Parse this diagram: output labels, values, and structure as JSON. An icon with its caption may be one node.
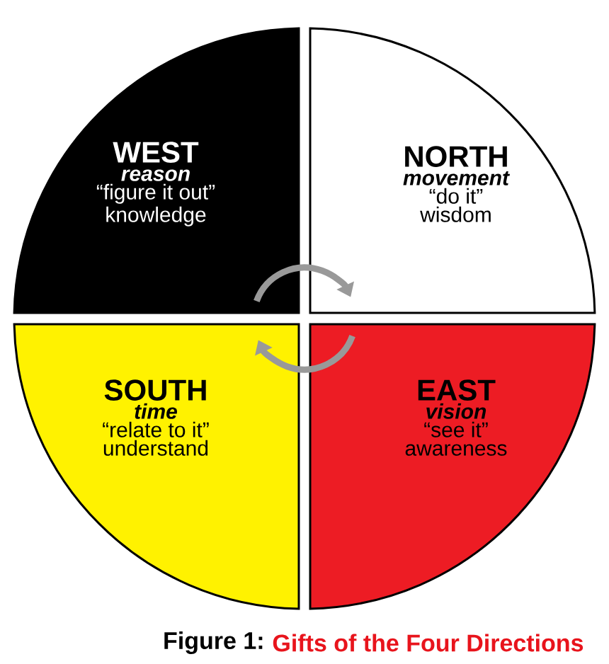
{
  "diagram": {
    "caption": "Gifts of the Four Directions",
    "nodes": [
      {
        "text": [
          "WEST",
          "reason",
          "“figure it out”",
          "knowledge"
        ]
      },
      {
        "text": [
          "NORTH",
          "movement",
          "“do it”",
          "wisdom"
        ]
      },
      {
        "text": [
          "SOUTH",
          "time",
          "“relate to it”",
          "understand"
        ]
      },
      {
        "text": [
          "EAST",
          "vision",
          "“see it”",
          "awareness"
        ]
      }
    ],
    "edges": [
      {
        "from": 0,
        "to": 1,
        "arrow": "to"
      },
      {
        "from": 3,
        "to": 2,
        "arrow": "to"
      }
    ],
    "labels": [
      "Figure 1:"
    ]
  }
}
